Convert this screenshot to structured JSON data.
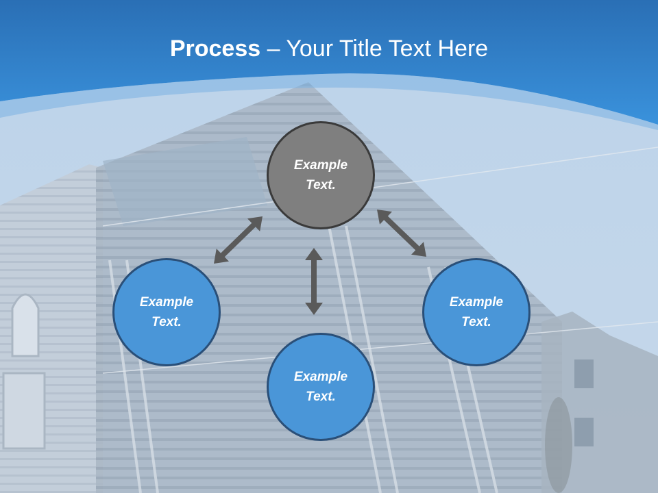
{
  "title": {
    "bold": "Process",
    "separator": " – ",
    "rest": "Your Title Text Here"
  },
  "nodes": [
    {
      "id": "top",
      "line1": "Example",
      "line2": "Text.",
      "color": "#7f7f7f"
    },
    {
      "id": "left",
      "line1": "Example",
      "line2": "Text.",
      "color": "#4a96d8"
    },
    {
      "id": "bottom",
      "line1": "Example",
      "line2": "Text.",
      "color": "#4a96d8"
    },
    {
      "id": "right",
      "line1": "Example",
      "line2": "Text.",
      "color": "#4a96d8"
    }
  ],
  "colors": {
    "header_blue": "#2f86d4",
    "circle_border": "#2a4f78",
    "gray_border": "#3a3a3a",
    "arrow": "#5a5a5a"
  },
  "arrows": [
    "double-arrow",
    "double-arrow",
    "double-arrow"
  ]
}
